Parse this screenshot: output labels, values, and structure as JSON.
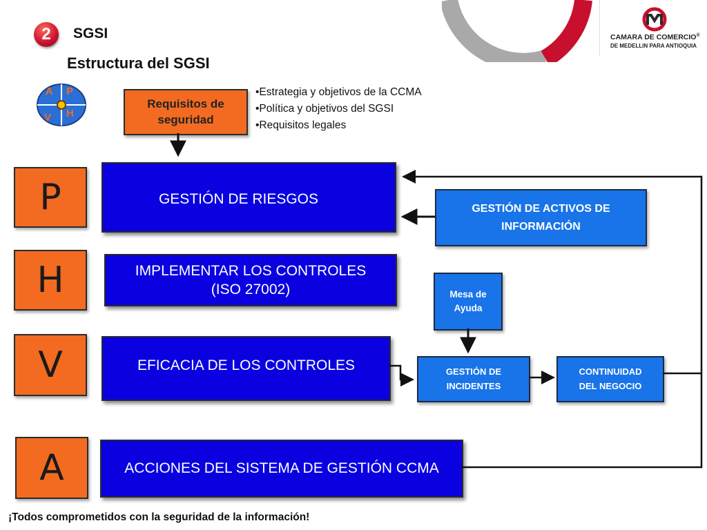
{
  "header": {
    "step_number": "2",
    "section": "SGSI",
    "title": "Estructura del SGSI",
    "logo_line1": "CAMARA DE COMERCIO",
    "logo_line2": "DE MEDELLIN PARA ANTIOQUIA",
    "logo_reg": "®"
  },
  "pdca_wheel": {
    "a": "A",
    "p": "P",
    "v": "V",
    "h": "H"
  },
  "requirements_box": "Requisitos de seguridad",
  "requirements_bullets": [
    "•Estrategia y objetivos de la CCMA",
    "•Política y objetivos del SGSI",
    "•Requisitos legales"
  ],
  "phases": {
    "p": {
      "letter": "P",
      "box": "GESTIÓN DE RIESGOS"
    },
    "h": {
      "letter": "H",
      "box_line1": "IMPLEMENTAR LOS CONTROLES",
      "box_line2": "(ISO 27002)"
    },
    "v": {
      "letter": "V",
      "box": "EFICACIA DE LOS CONTROLES"
    },
    "a": {
      "letter": "A",
      "box": "ACCIONES DEL SISTEMA DE GESTIÓN CCMA"
    }
  },
  "side_boxes": {
    "activos": "GESTIÓN DE ACTIVOS DE INFORMACIÓN",
    "mesa": "Mesa de Ayuda",
    "incidentes": "GESTIÓN DE INCIDENTES",
    "continuidad": "CONTINUIDAD DEL NEGOCIO"
  },
  "footer": "¡Todos comprometidos con la seguridad de la información!",
  "colors": {
    "orange": "#f26b21",
    "dark_blue": "#0a00e0",
    "light_blue": "#1874e8",
    "brand_red": "#c8102e"
  }
}
